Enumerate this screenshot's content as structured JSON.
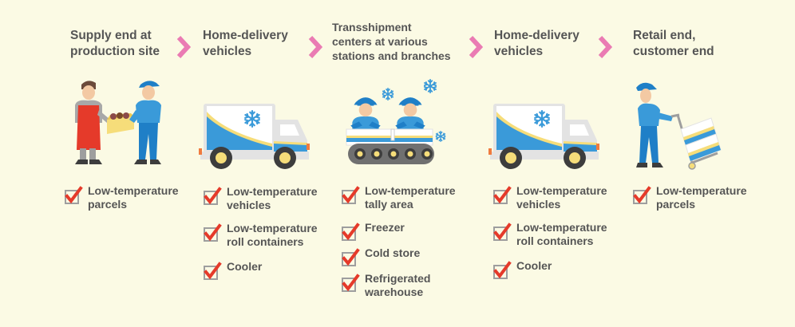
{
  "colors": {
    "background": "#fbfae4",
    "text": "#555555",
    "arrow": "#ea7bb3",
    "check_mark": "#e53a2a",
    "checkbox_border": "#9e9e9e",
    "accent_blue": "#3a9ad9",
    "accent_yellow": "#f6dd7a"
  },
  "stages": [
    {
      "title_lines": [
        "Supply end at",
        "production site"
      ],
      "illustration": "farmer-handing-box-to-courier",
      "items": [
        {
          "lines": [
            "Low-temperature",
            "parcels"
          ]
        }
      ]
    },
    {
      "title_lines": [
        "Home-delivery",
        "vehicles"
      ],
      "illustration": "refrigerated-delivery-truck",
      "items": [
        {
          "lines": [
            "Low-temperature",
            "vehicles"
          ]
        },
        {
          "lines": [
            "Low-temperature",
            "roll containers"
          ]
        },
        {
          "lines": [
            "Cooler"
          ]
        }
      ]
    },
    {
      "title_lines": [
        "Transshipment",
        "centers at various",
        "stations and branches"
      ],
      "illustration": "workers-at-conveyor-belt",
      "items": [
        {
          "lines": [
            "Low-temperature",
            "tally area"
          ]
        },
        {
          "lines": [
            "Freezer"
          ]
        },
        {
          "lines": [
            "Cold store"
          ]
        },
        {
          "lines": [
            "Refrigerated",
            "warehouse"
          ]
        }
      ]
    },
    {
      "title_lines": [
        "Home-delivery",
        "vehicles"
      ],
      "illustration": "refrigerated-delivery-truck",
      "items": [
        {
          "lines": [
            "Low-temperature",
            "vehicles"
          ]
        },
        {
          "lines": [
            "Low-temperature",
            "roll containers"
          ]
        },
        {
          "lines": [
            "Cooler"
          ]
        }
      ]
    },
    {
      "title_lines": [
        "Retail end,",
        "customer end"
      ],
      "illustration": "courier-with-hand-truck",
      "items": [
        {
          "lines": [
            "Low-temperature",
            "parcels"
          ]
        }
      ]
    }
  ],
  "arrows": [
    "chevron-right",
    "chevron-right",
    "chevron-right",
    "chevron-right"
  ]
}
